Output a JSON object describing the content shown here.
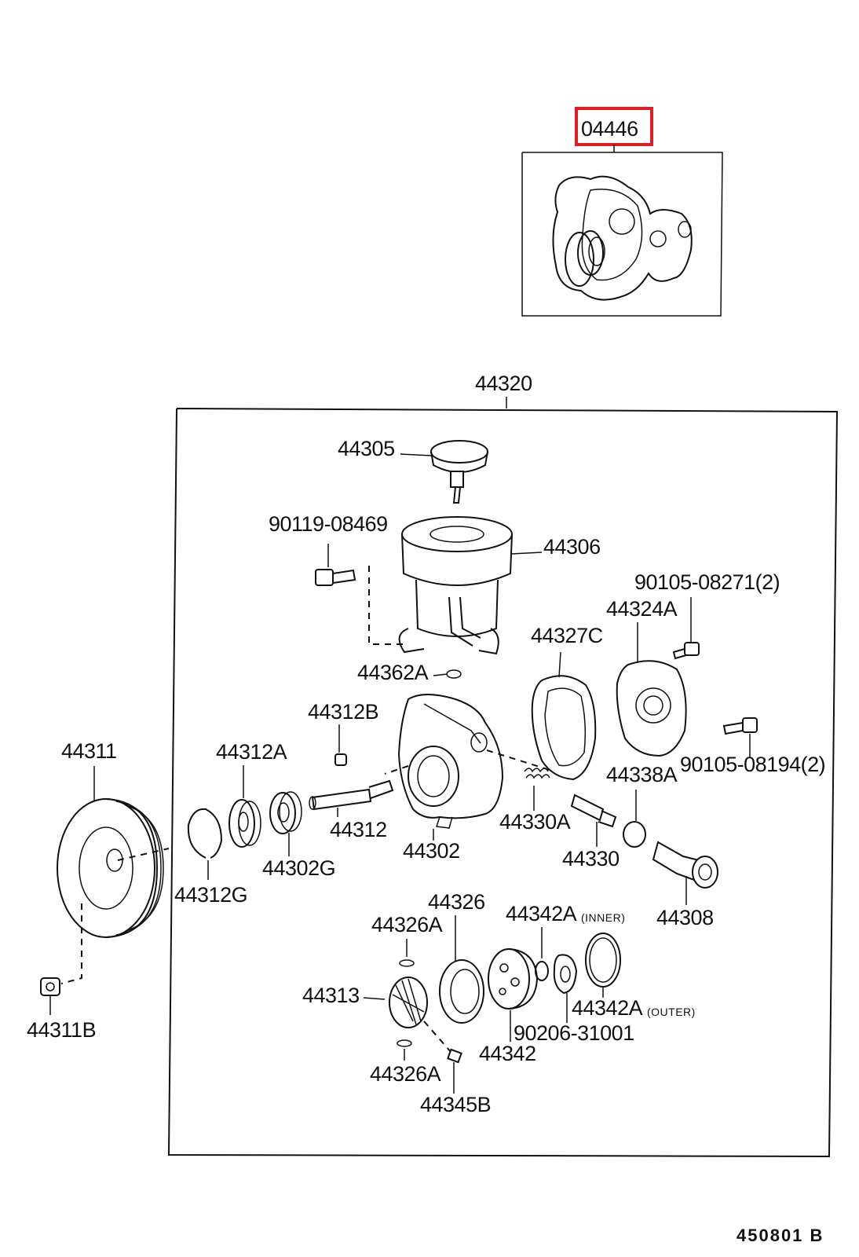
{
  "highlight_color": "#e01b24",
  "diagram_code": "450801 B",
  "parts": {
    "p04446": "04446",
    "p44320": "44320",
    "p44305": "44305",
    "p90119_08469": "90119-08469",
    "p44306": "44306",
    "p90105_08271": "90105-08271(2)",
    "p44324A": "44324A",
    "p44327C": "44327C",
    "p44362A": "44362A",
    "p44312B": "44312B",
    "p44311": "44311",
    "p44312A": "44312A",
    "p90105_08194": "90105-08194(2)",
    "p44338A": "44338A",
    "p44312": "44312",
    "p44330A": "44330A",
    "p44302G": "44302G",
    "p44302": "44302",
    "p44330": "44330",
    "p44312G": "44312G",
    "p44308": "44308",
    "p44326": "44326",
    "p44342A_inner": "44342A",
    "p44342A_inner_note": "(INNER)",
    "p44326A_top": "44326A",
    "p44313": "44313",
    "p44342A_outer": "44342A",
    "p44342A_outer_note": "(OUTER)",
    "p90206_31001": "90206-31001",
    "p44311B": "44311B",
    "p44342": "44342",
    "p44326A_bottom": "44326A",
    "p44345B": "44345B"
  }
}
